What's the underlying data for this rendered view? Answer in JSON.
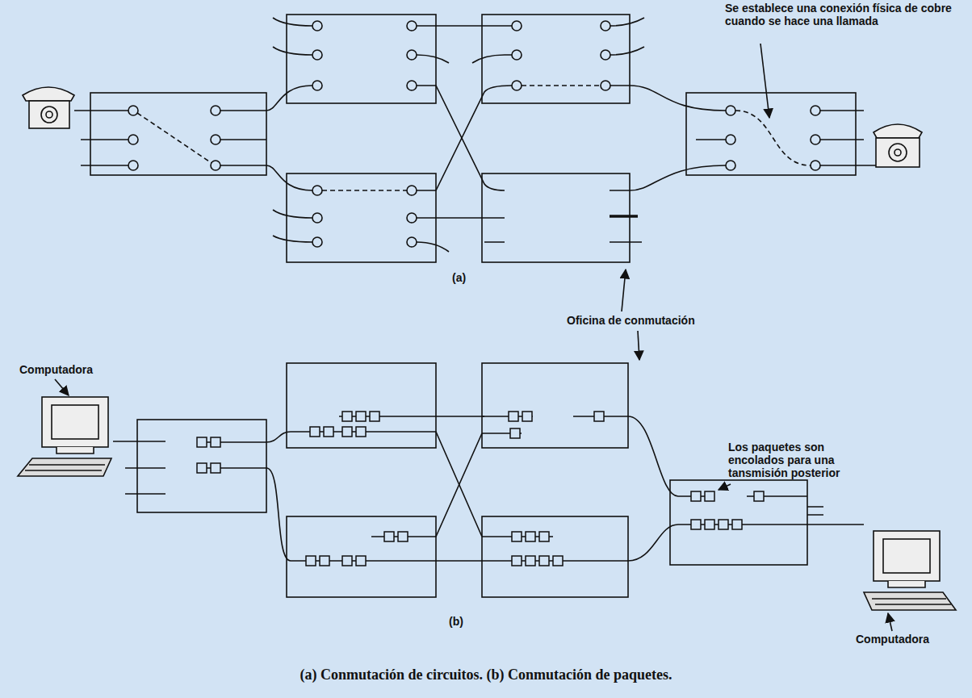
{
  "diagram": {
    "caption": "(a) Conmutación de circuitos. (b) Conmutación de paquetes.",
    "labels": [
      "Se establece una conexión física de cobre cuando se hace una llamada",
      "(a)",
      "Oficina de conmutación",
      "Computadora",
      "Los paquetes son encolados para una tansmisión posterior",
      "Computadora",
      "(b)"
    ]
  }
}
